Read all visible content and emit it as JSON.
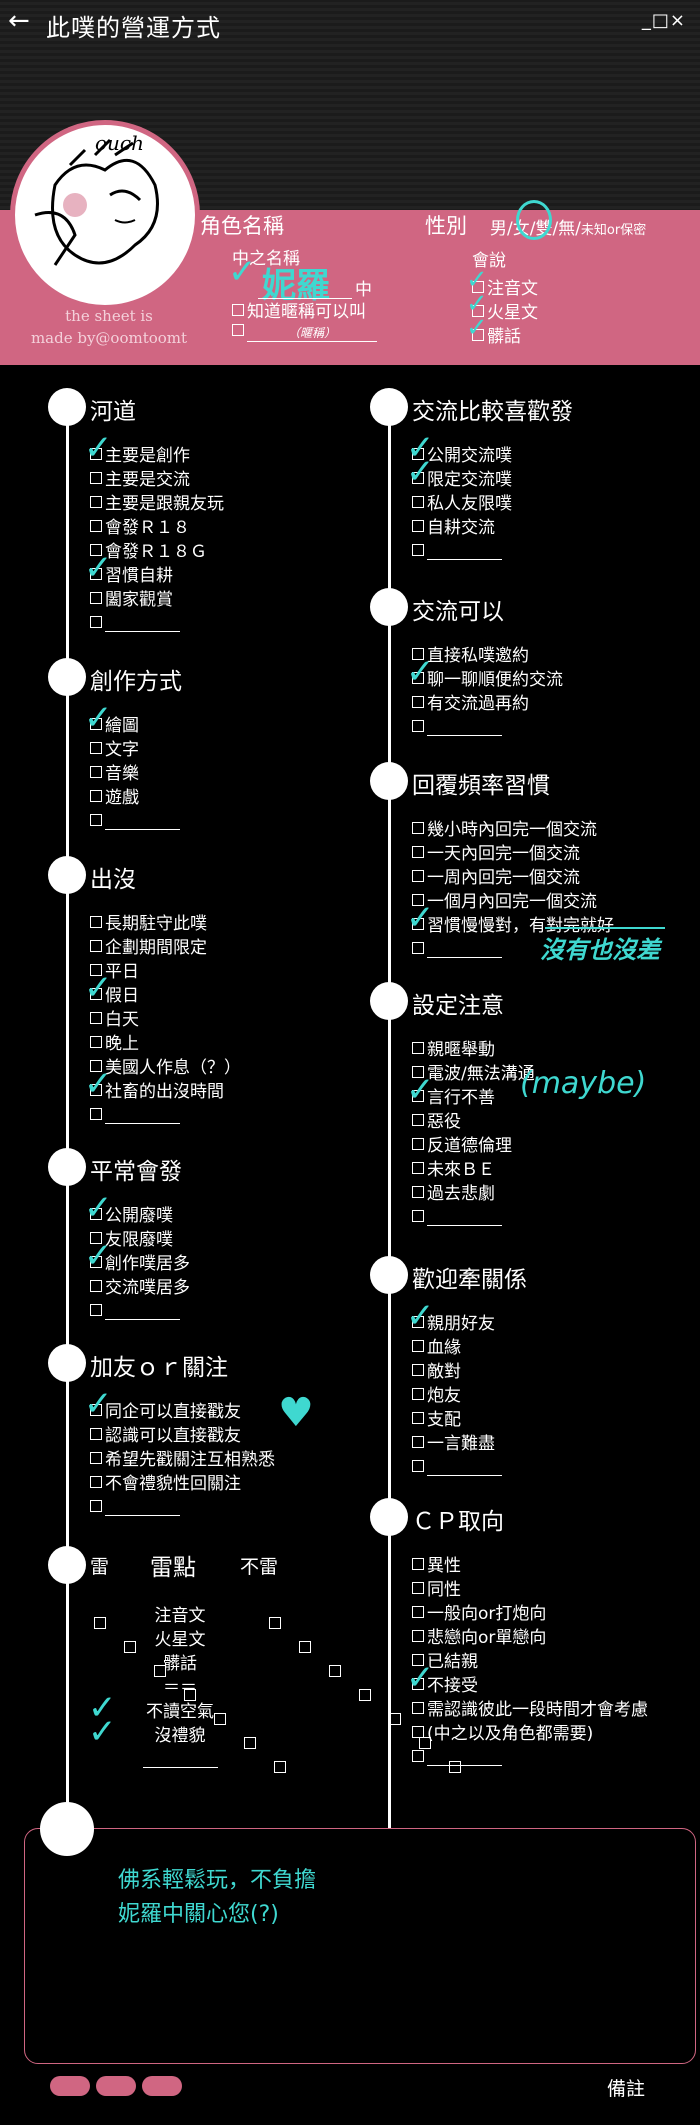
{
  "header": {
    "back_icon": "arrow-left-icon",
    "title": "此噗的營運方式",
    "window_controls": "_□×"
  },
  "credit": [
    "the sheet is",
    "made by@oomtoomt"
  ],
  "profile": {
    "name_label": "角色名稱",
    "gender_label": "性別",
    "gender_options": "男/女/雙/無/",
    "gender_small": "未知or保密",
    "zhongzhi_label": "中之名稱",
    "zhongzhi_value": "妮羅",
    "zhongzhi_suffix": "中",
    "nickname_ok": "知道暱稱可以叫",
    "nickname_hint": "（暱稱）",
    "speak_label": "會說",
    "speak_items": [
      "注音文",
      "火星文",
      "髒話"
    ]
  },
  "left_sections": [
    {
      "title": "河道",
      "items": [
        "主要是創作",
        "主要是交流",
        "主要是跟親友玩",
        "會發Ｒ１８",
        "會發Ｒ１８Ｇ",
        "習慣自耕",
        "闔家觀賞",
        ""
      ]
    },
    {
      "title": "創作方式",
      "items": [
        "繪圖",
        "文字",
        "音樂",
        "遊戲",
        ""
      ]
    },
    {
      "title": "出沒",
      "items": [
        "長期駐守此噗",
        "企劃期間限定",
        "平日",
        "假日",
        "白天",
        "晚上",
        "美國人作息（？）",
        "社畜的出沒時間",
        ""
      ]
    },
    {
      "title": "平常會發",
      "items": [
        "公開廢噗",
        "友限廢噗",
        "創作噗居多",
        "交流噗居多",
        ""
      ]
    },
    {
      "title": "加友ｏｒ關注",
      "items": [
        "同企可以直接戳友",
        "認識可以直接戳友",
        "希望先戳關注互相熟悉",
        "不會禮貌性回關注",
        ""
      ]
    }
  ],
  "thunder": {
    "title": "雷",
    "mid_title": "雷點",
    "right_title": "不雷",
    "rows": [
      "注音文",
      "火星文",
      "髒話",
      "＝＝",
      "不讀空氣",
      "沒禮貌",
      ""
    ]
  },
  "right_sections": [
    {
      "title": "交流比較喜歡發",
      "items": [
        "公開交流噗",
        "限定交流噗",
        "私人友限噗",
        "自耕交流",
        ""
      ]
    },
    {
      "title": "交流可以",
      "items": [
        "直接私噗邀約",
        "聊一聊順便約交流",
        "有交流過再約",
        ""
      ]
    },
    {
      "title": "回覆頻率習慣",
      "items": [
        "幾小時內回完一個交流",
        "一天內回完一個交流",
        "一周內回完一個交流",
        "一個月內回完一個交流",
        "習慣慢慢對，有對完就好",
        ""
      ]
    },
    {
      "title": "設定注意",
      "items": [
        "親暱舉動",
        "電波/無法溝通",
        "言行不善",
        "惡役",
        "反道德倫理",
        "未來ＢＥ",
        "過去悲劇",
        ""
      ]
    },
    {
      "title": "歡迎牽關係",
      "items": [
        "親朋好友",
        "血緣",
        "敵對",
        "炮友",
        "支配",
        "一言難盡",
        ""
      ]
    },
    {
      "title": "ＣＰ取向",
      "items": [
        "異性",
        "同性",
        "一般向or打炮向",
        "悲戀向or單戀向",
        "已結親",
        "不接受",
        "需認識彼此一段時間才會考慮",
        "(中之以及角色都需要)",
        ""
      ]
    }
  ],
  "annotations": {
    "reply_note": "沒有也沒差",
    "maybe_note": "(maybe)",
    "heart": "♥"
  },
  "remarks": {
    "text_line1": "佛系輕鬆玩，不負擔",
    "text_line2": "妮羅中關心您(?)",
    "label": "備註"
  },
  "colors": {
    "accent": "#d06682",
    "handwriting": "#3fd8d0",
    "bg": "#000000"
  }
}
